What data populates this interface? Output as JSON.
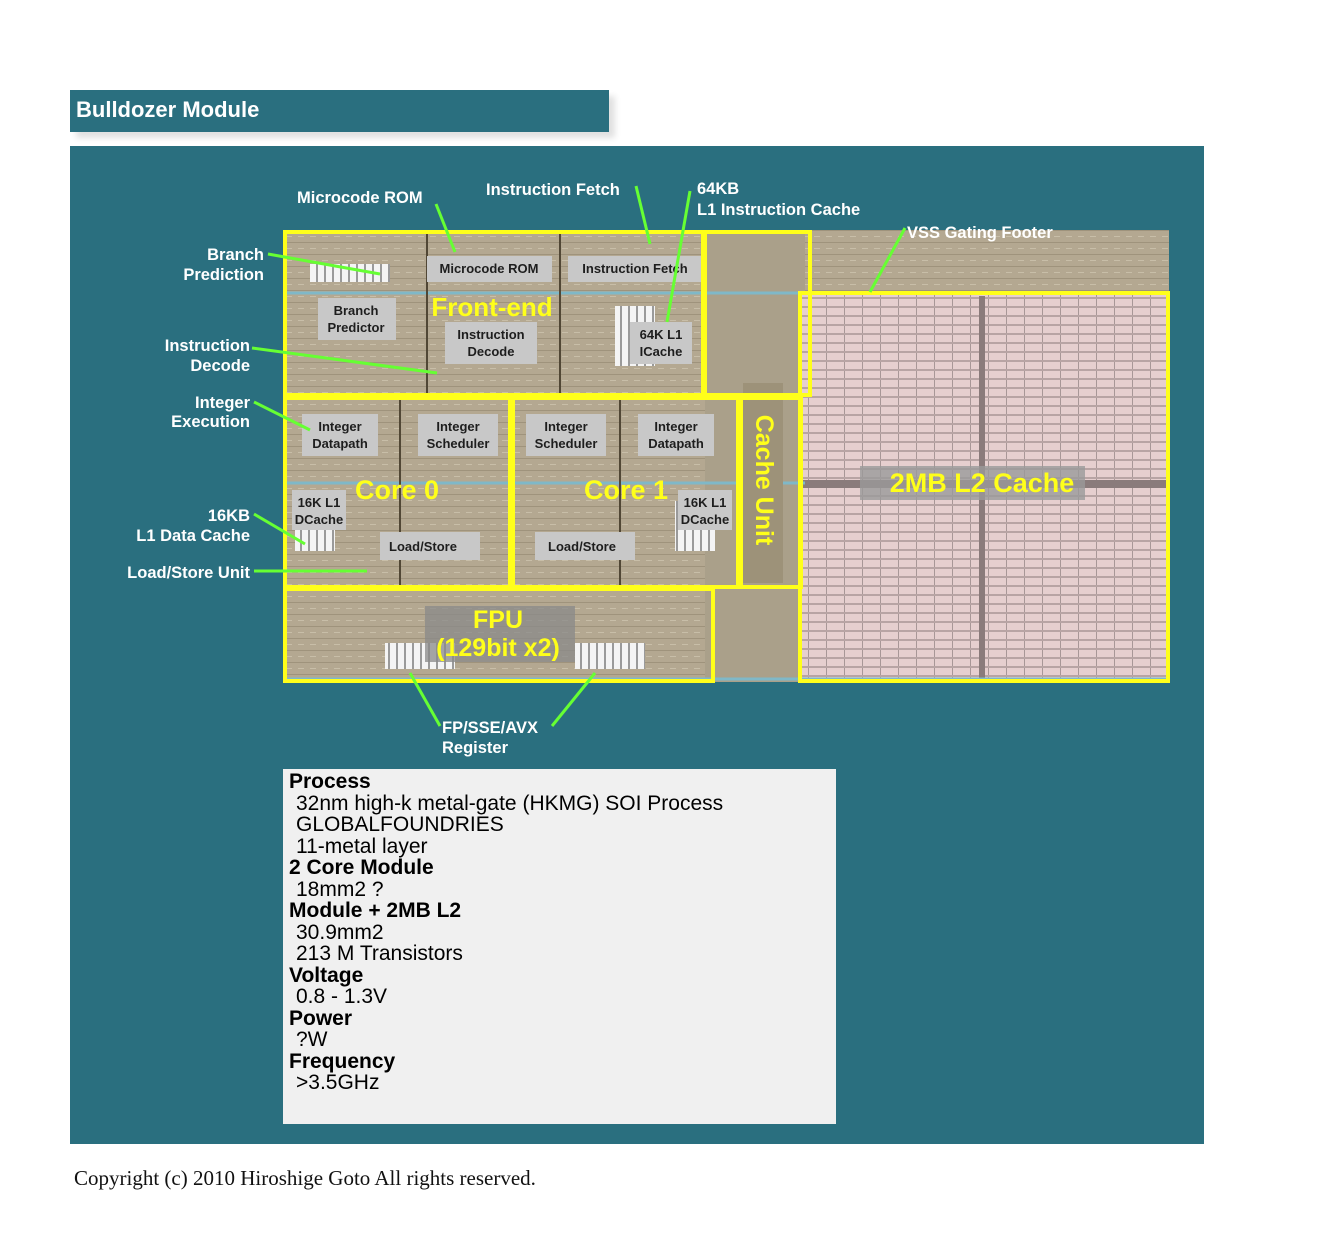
{
  "title": "Bulldozer Module",
  "callouts": {
    "microcode_rom": "Microcode ROM",
    "instruction_fetch": "Instruction Fetch",
    "l1_icache_line1": "64KB",
    "l1_icache_line2": "L1 Instruction Cache",
    "vss": "VSS Gating Footer",
    "branch_line1": "Branch",
    "branch_line2": "Prediction",
    "decode_line1": "Instruction",
    "decode_line2": "Decode",
    "exec_line1": "Integer",
    "exec_line2": "Execution",
    "dcache_line1": "16KB",
    "dcache_line2": "L1 Data Cache",
    "load_store": "Load/Store Unit",
    "register_line1": "FP/SSE/AVX",
    "register_line2": "Register"
  },
  "blocks": {
    "front_end": "Front-end",
    "core0": "Core 0",
    "core1": "Core 1",
    "cache_unit": "Cache Unit",
    "l2": "2MB L2 Cache",
    "fpu_line1": "FPU",
    "fpu_line2": "(129bit x2)"
  },
  "die_labels": {
    "microcode_rom": "Microcode ROM",
    "instruction_fetch": "Instruction Fetch",
    "branch_1": "Branch",
    "branch_2": "Predictor",
    "decode_1": "Instruction",
    "decode_2": "Decode",
    "icache_1": "64K L1",
    "icache_2": "ICache",
    "int_datapath_1": "Integer",
    "int_datapath_2": "Datapath",
    "int_scheduler_1": "Integer",
    "int_scheduler_2": "Scheduler",
    "dcache_1": "16K L1",
    "dcache_2": "DCache",
    "load_store": "Load/Store"
  },
  "specs": [
    {
      "heading": "Process",
      "values": [
        "32nm high-k metal-gate (HKMG) SOI Process",
        "GLOBALFOUNDRIES",
        "11-metal layer"
      ]
    },
    {
      "heading": "2 Core Module",
      "values": [
        "18mm2 ?"
      ]
    },
    {
      "heading": "Module + 2MB L2",
      "values": [
        "30.9mm2",
        "213 M Transistors"
      ]
    },
    {
      "heading": "Voltage",
      "values": [
        "0.8 - 1.3V"
      ]
    },
    {
      "heading": "Power",
      "values": [
        "?W"
      ]
    },
    {
      "heading": "Frequency",
      "values": [
        ">3.5GHz"
      ]
    }
  ],
  "copyright": "Copyright (c) 2010 Hiroshige Goto All rights reserved.",
  "colors": {
    "panel": "#2a6f7f",
    "highlight": "#ffff1a",
    "callout_line": "#66ff33",
    "die": "#b4a891",
    "l2_cells": "#e6cfcf"
  }
}
